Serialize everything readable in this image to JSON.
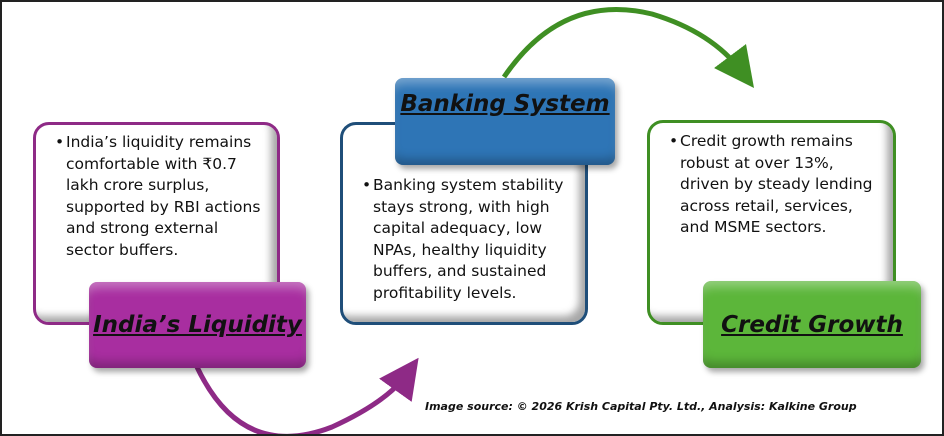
{
  "steps": [
    {
      "title": "India’s Liquidity",
      "text": "India’s liquidity remains comfortable with ₹0.7 lakh crore surplus, supported by RBI actions and strong external sector buffers.",
      "color": "#a0289a"
    },
    {
      "title": "Banking System",
      "text": "Banking system stability stays strong, with high capital adequacy, low NPAs, healthy liquidity buffers, and sustained profitability levels.",
      "color": "#2e75b6"
    },
    {
      "title": "Credit Growth",
      "text": "Credit growth remains robust at over 13%, driven by steady lending across retail, services, and MSME sectors.",
      "color": "#4ea72e"
    }
  ],
  "source": "Image source: © 2026 Krish Capital Pty. Ltd., Analysis: Kalkine Group"
}
